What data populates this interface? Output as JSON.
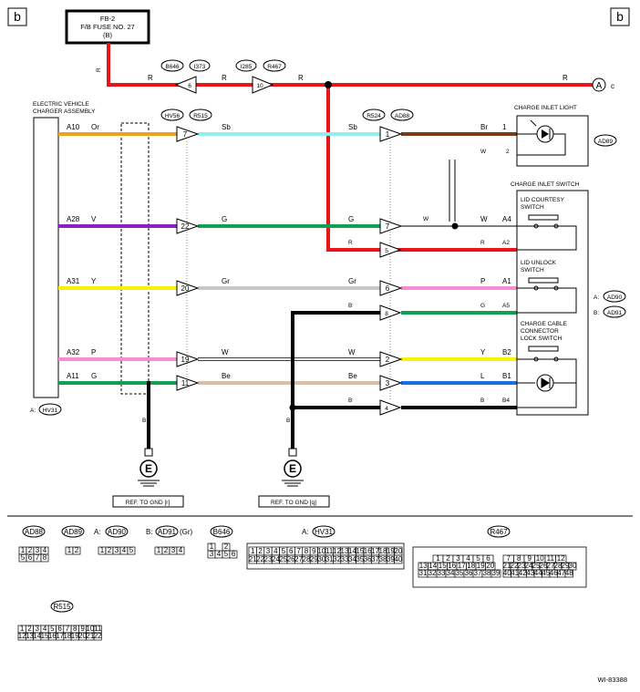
{
  "corner": {
    "left": "b",
    "right": "b"
  },
  "fuse": {
    "line1": "FB-2",
    "line2": "F/B FUSE NO. 27",
    "line3": "(B)"
  },
  "colors": {
    "R": "#e8141a",
    "Or": "#f0a020",
    "V": "#8a1fc8",
    "Y": "#f7f200",
    "P": "#f58cd8",
    "G": "#10a050",
    "Sb": "#8ff0f0",
    "Br": "#7a3c14",
    "Gr": "#c8c8c8",
    "Be": "#d9bfa5",
    "B": "#000000",
    "L": "#1a6fe0",
    "W": "#ffffff"
  },
  "top_connectors": {
    "a": "B646",
    "b": "I373",
    "c": "I285",
    "d": "R467",
    "pin_a": "6",
    "pin_b": "10"
  },
  "harness": {
    "hv56": "HV56",
    "r515": "R515",
    "r524": "R524",
    "ad88": "AD88"
  },
  "offpage": {
    "letter": "A",
    "suffix": "c"
  },
  "charger": {
    "title1": "ELECTRIC VEHICLE",
    "title2": "CHARGER ASSEMBLY",
    "foot_prefix": "A:",
    "foot_conn": "HV31"
  },
  "charge_inlet_light": {
    "title": "CHARGE INLET LIGHT",
    "conn": "AD89"
  },
  "charge_inlet_switch": {
    "title": "CHARGE INLET SWITCH",
    "lid_courtesy1": "LID COURTESY",
    "lid_courtesy2": "SWITCH",
    "lid_unlock1": "LID UNLOCK",
    "lid_unlock2": "SWITCH",
    "ccc1": "CHARGE CABLE",
    "ccc2": "CONNECTOR",
    "ccc3": "LOCK SWITCH",
    "conn_a_prefix": "A:",
    "conn_a": "AD90",
    "conn_b_prefix": "B:",
    "conn_b": "AD91"
  },
  "wires": [
    {
      "term": "A10",
      "color": "Or",
      "mid_color": "Sb",
      "pin1": "7",
      "pin2": "1",
      "right_color": "Br",
      "right_term": "1"
    },
    {
      "term": "A28",
      "color": "V",
      "mid_color": "G",
      "pin1": "22",
      "pin2": "7",
      "right_color": "W",
      "right_term": "A4"
    },
    {
      "term": "A31",
      "color": "Y",
      "mid_color": "Gr",
      "pin1": "20",
      "pin2": "6",
      "right_color": "P",
      "right_term": "A1"
    },
    {
      "term": "A32",
      "color": "P",
      "mid_color": "W",
      "pin1": "19",
      "pin2": "2",
      "right_color": "Y",
      "right_term": "B2"
    },
    {
      "term": "A11",
      "color": "G",
      "mid_color": "Be",
      "pin1": "11",
      "pin2": "3",
      "right_color": "L",
      "right_term": "B1"
    }
  ],
  "extra_pins": {
    "w2_color": "W",
    "w2_term": "2",
    "w_label": "W",
    "r_pin": "5",
    "r_label": "R",
    "r_term": "A2",
    "b8_pin": "8",
    "b8_label": "B",
    "b8_right": "G",
    "b8_term": "A5",
    "b4_pin": "4",
    "b4_label": "B",
    "b4_right": "B",
    "b4_term": "B4"
  },
  "grounds": [
    {
      "letter": "E",
      "ref": "REF. TO GND [r]",
      "wire": "B"
    },
    {
      "letter": "E",
      "ref": "REF. TO GND [q]",
      "wire": "B"
    }
  ],
  "connector_views": {
    "ad88": {
      "label": "AD88",
      "r1": [
        "1",
        "2",
        "3",
        "4"
      ],
      "r2": [
        "5",
        "6",
        "7",
        "8"
      ]
    },
    "ad89": {
      "label": "AD89",
      "r1": [
        "1",
        "2"
      ]
    },
    "ad90": {
      "prefix": "A:",
      "label": "AD90",
      "r1": [
        "1",
        "2",
        "3",
        "4",
        "5"
      ]
    },
    "ad91": {
      "prefix": "B:",
      "label": "AD91",
      "suffix": "(Gr)",
      "r1": [
        "1",
        "2",
        "3",
        "4"
      ]
    },
    "b646": {
      "label": "B646",
      "r1": [
        "1",
        "",
        "2"
      ],
      "r2": [
        "3",
        "4",
        "5",
        "6"
      ]
    },
    "hv31": {
      "prefix": "A:",
      "label": "HV31",
      "r1": [
        "1",
        "2",
        "3",
        "4",
        "5",
        "6",
        "7",
        "8",
        "9",
        "10",
        "11",
        "12",
        "13",
        "14",
        "15",
        "16",
        "17",
        "18",
        "19",
        "20"
      ],
      "r2": [
        "21",
        "22",
        "23",
        "24",
        "25",
        "26",
        "27",
        "28",
        "29",
        "30",
        "31",
        "32",
        "33",
        "34",
        "35",
        "36",
        "37",
        "38",
        "39",
        "40"
      ]
    },
    "r467": {
      "label": "R467",
      "l1": [
        "1",
        "2",
        "3",
        "4",
        "5",
        "6"
      ],
      "l2": [
        "13",
        "14",
        "15",
        "16",
        "17",
        "18",
        "19",
        "20"
      ],
      "l3": [
        "31",
        "32",
        "33",
        "34",
        "35",
        "36",
        "37",
        "38",
        "39"
      ],
      "rr1": [
        "7",
        "8",
        "9",
        "10",
        "11",
        "12"
      ],
      "rr2": [
        "21",
        "22",
        "23",
        "24",
        "25",
        "26",
        "27",
        "28",
        "29",
        "30"
      ],
      "rr3": [
        "40",
        "41",
        "42",
        "43",
        "44",
        "45",
        "46",
        "47",
        "48"
      ]
    },
    "r515": {
      "label": "R515",
      "r1": [
        "1",
        "2",
        "3",
        "4",
        "5",
        "6",
        "7",
        "8",
        "9",
        "10",
        "11"
      ],
      "r2": [
        "12",
        "13",
        "14",
        "15",
        "16",
        "17",
        "18",
        "19",
        "20",
        "21",
        "22"
      ]
    }
  },
  "figure_id": "WI-83388"
}
